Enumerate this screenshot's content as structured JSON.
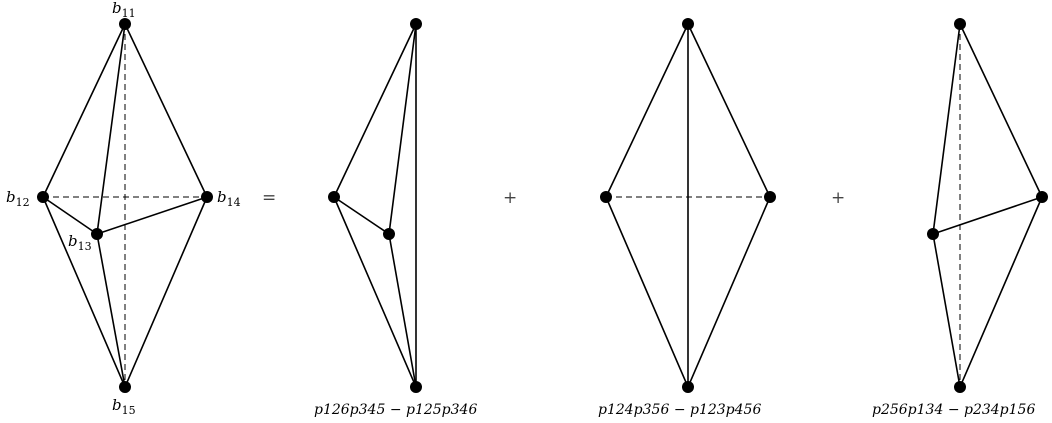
{
  "vertex_labels": {
    "b11": {
      "base": "b",
      "sub": "11"
    },
    "b12": {
      "base": "b",
      "sub": "12"
    },
    "b13": {
      "base": "b",
      "sub": "13"
    },
    "b14": {
      "base": "b",
      "sub": "14"
    },
    "b15": {
      "base": "b",
      "sub": "15"
    }
  },
  "operators": {
    "equals": "=",
    "plus1": "+",
    "plus2": "+"
  },
  "captions": {
    "term1": "p126p345 − p125p346",
    "term2": "p124p356 − p123p456",
    "term3": "p256p134 − p234p156"
  }
}
